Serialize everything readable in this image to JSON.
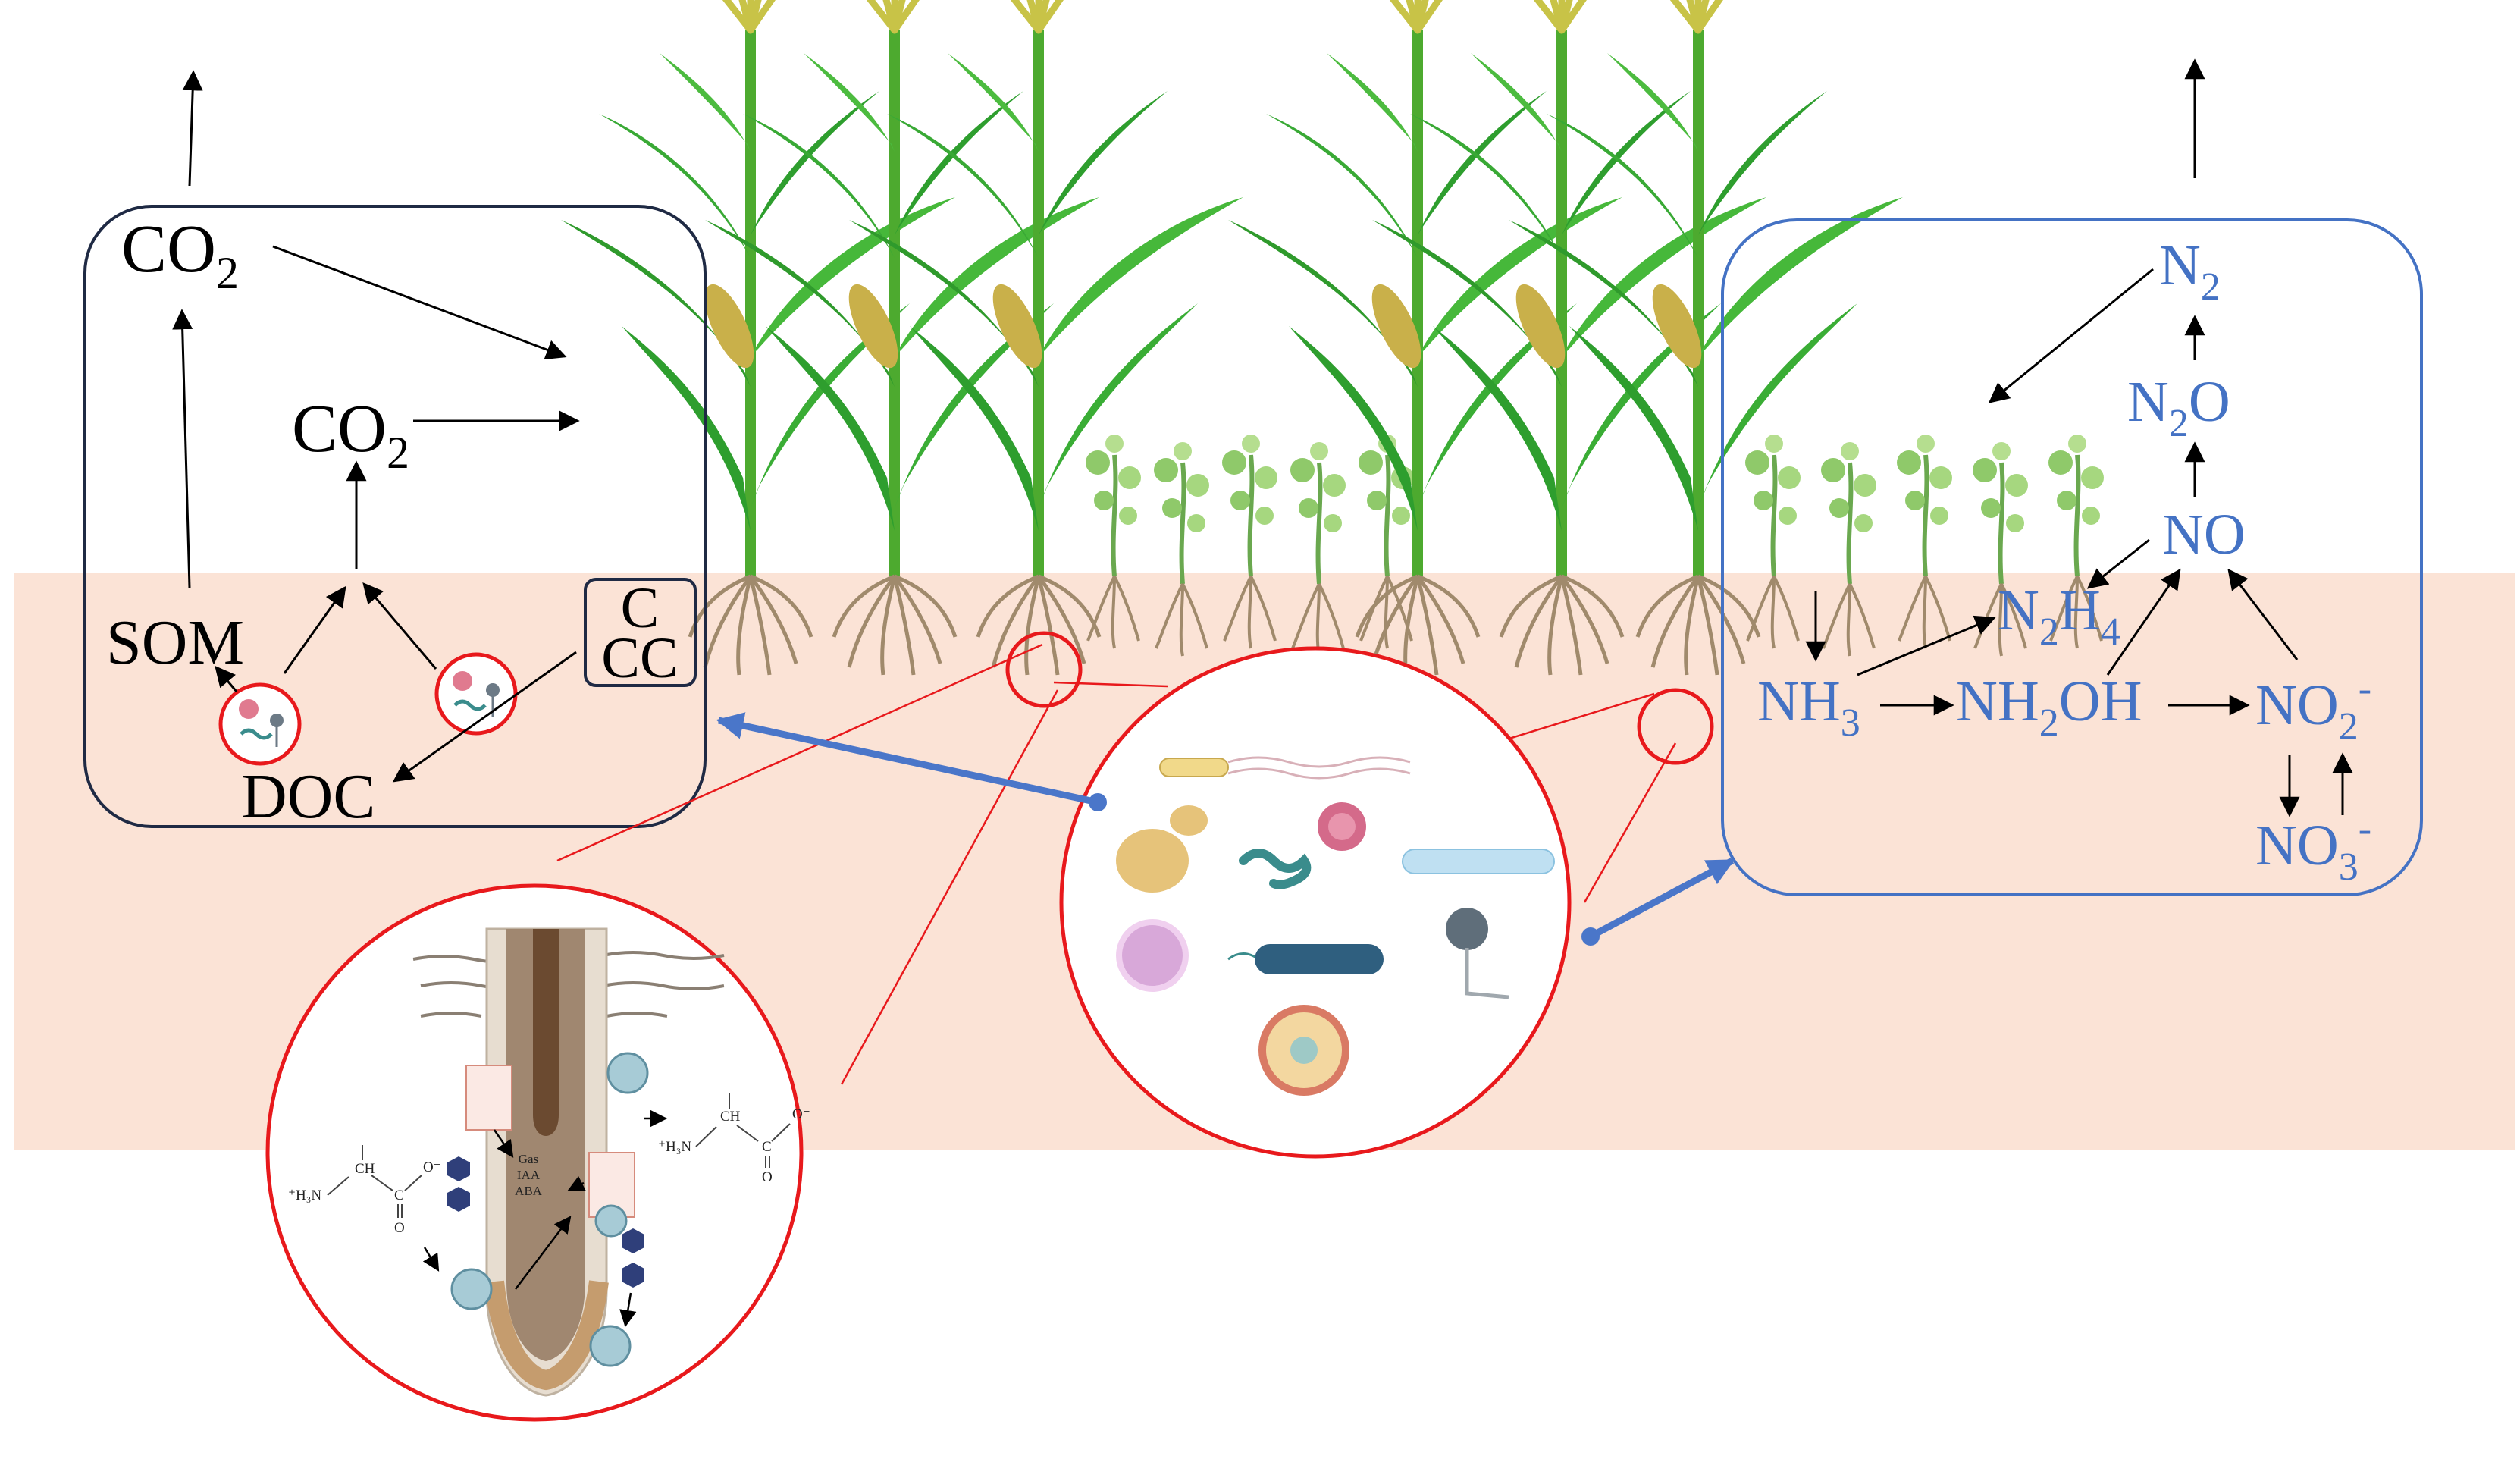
{
  "colors": {
    "soil": "#fbe3d6",
    "carbon_box": "#1f2a44",
    "nitrogen": "#4472c4",
    "callout": "#e8191c",
    "link_arrow": "#4a76c9",
    "leaf": "#2e9e2e",
    "stem": "#5fbf3b",
    "root": "#a08a6c"
  },
  "carbon_cycle": {
    "co2_top": "CO",
    "co2_top_sub": "2",
    "co2_mid": "CO",
    "co2_mid_sub": "2",
    "som": "SOM",
    "doc": "DOC",
    "cc_line1": "C",
    "cc_line2": "CC"
  },
  "nitrogen_cycle": {
    "n2": "N",
    "n2_sub": "2",
    "n2o": "N",
    "n2o_sub": "2",
    "n2o_tail": "O",
    "no": "NO",
    "n2h4": "N",
    "n2h4_sub1": "2",
    "n2h4_mid": "H",
    "n2h4_sub2": "4",
    "nh3": "NH",
    "nh3_sub": "3",
    "nh2oh_a": "NH",
    "nh2oh_sub": "2",
    "nh2oh_b": "OH",
    "no2": "NO",
    "no2_sub": "2",
    "no2_sup": "-",
    "no3": "NO",
    "no3_sub": "3",
    "no3_sup": "-"
  },
  "root_zoom": {
    "hormones": [
      "Gas",
      "IAA",
      "ABA"
    ],
    "amino_left": {
      "h3n": "⁺H₃N",
      "ch": "CH",
      "c": "C",
      "o_top": "O⁻",
      "o_bottom": "O"
    },
    "amino_right": {
      "h3n": "⁺H₃N",
      "ch": "CH",
      "c": "C",
      "o_top": "O⁻",
      "o_bottom": "O"
    }
  },
  "icons": {
    "plant": "maize-plant-icon",
    "legume": "legume-plant-icon",
    "microbe": "microbe-icon",
    "root_tip": "root-tip-icon"
  }
}
